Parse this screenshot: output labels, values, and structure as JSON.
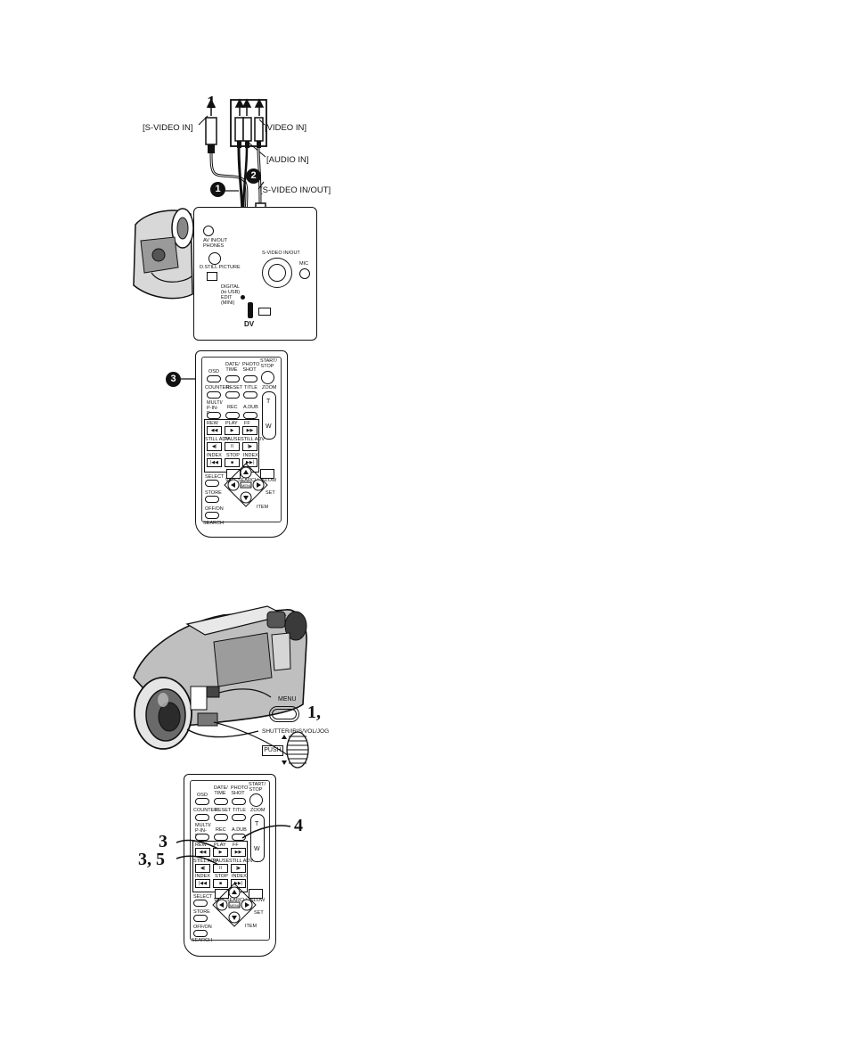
{
  "connection_figure": {
    "step_number": "1",
    "label_s_video_in": "[S-VIDEO IN]",
    "label_video_in": "[VIDEO IN]",
    "label_audio_in": "[AUDIO IN]",
    "label_s_video_in_out": "[S-VIDEO IN/OUT]",
    "callout_1": "1",
    "callout_2": "2",
    "jack_panel": {
      "av_in_out": "AV IN/OUT",
      "phones": "PHONES",
      "d_still_picture": "D.STILL PICTURE",
      "s_video_in_out": "S-VIDEO IN/OUT",
      "mic": "MIC",
      "digital": "DIGITAL",
      "usb": "(to USB)",
      "edit": "EDIT",
      "mini": "(MINI)",
      "dv": "DV"
    }
  },
  "remote_top": {
    "callout_3": "3",
    "buttons": {
      "osd": "OSD",
      "date_time": "DATE/ TIME",
      "photo_shot": "PHOTO SHOT",
      "start_stop": "START/ STOP",
      "counter": "COUNTER",
      "reset": "RESET",
      "title": "TITLE",
      "zoom": "ZOOM",
      "multi": "MULTI/ P-IN-P",
      "rec": "REC",
      "a_dub": "A.DUB",
      "rew": "REW",
      "play": "PLAY",
      "ff": "FF",
      "still_adv_l": "STILL ADV",
      "pause": "PAUSE",
      "still_adv_r": "STILL ADV",
      "index_l": "INDEX",
      "stop": "STOP",
      "index_r": "INDEX",
      "select": "SELECT",
      "store": "STORE",
      "off_on": "OFF/ON",
      "search": "SEARCH",
      "var_search": "VAR. SEARCH",
      "slow": "SLOW",
      "menu": "MENU",
      "set": "SET",
      "item": "ITEM",
      "t": "T",
      "w": "W"
    }
  },
  "camera_figure": {
    "menu_label": "MENU",
    "step_1": "1,",
    "dial_label": "SHUTTER/IRIS/VOL/JOG",
    "push_label": "PUSH"
  },
  "remote_bottom": {
    "step_3": "3",
    "step_3_5": "3, 5",
    "step_4": "4"
  }
}
